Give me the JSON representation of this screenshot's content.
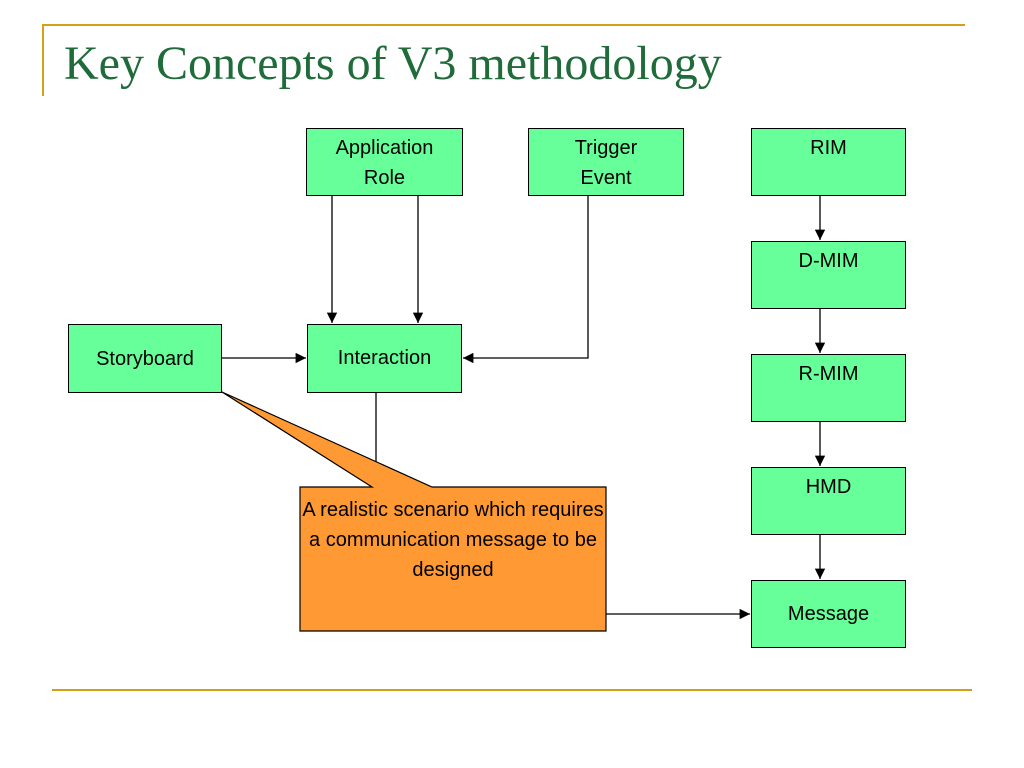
{
  "slide": {
    "title": "Key Concepts of V3 methodology"
  },
  "nodes": {
    "application_role": "Application\nRole",
    "trigger_event": "Trigger\nEvent",
    "rim": "RIM",
    "d_mim": "D-MIM",
    "r_mim": "R-MIM",
    "hmd": "HMD",
    "message": "Message",
    "storyboard": "Storyboard",
    "interaction": "Interaction"
  },
  "callout": {
    "text": "A realistic scenario which requires a communication message to be designed"
  },
  "colors": {
    "accent_gold": "#d4a017",
    "title_green": "#1f6b3a",
    "node_fill": "#66ff99",
    "callout_fill": "#ff9933"
  }
}
